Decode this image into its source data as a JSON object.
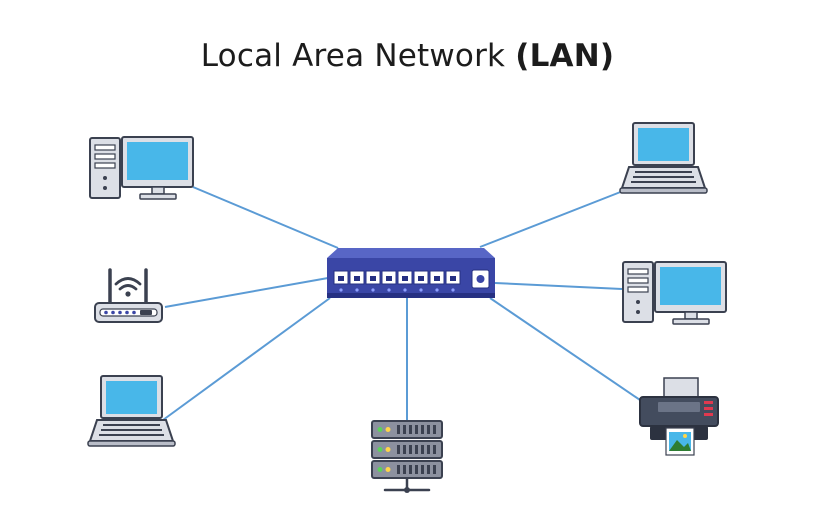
{
  "title": {
    "text": "Local Area Network ",
    "bold": "(LAN)"
  },
  "colors": {
    "link": "#5b9bd5",
    "switch_body": "#3a46a6",
    "switch_dark": "#263082",
    "screen": "#48b7e9",
    "device_gray": "#dcdfe6",
    "outline": "#3b4150",
    "printer_body": "#434c5e",
    "printer_accent": "#e0394f",
    "led_green": "#5bd25b"
  },
  "nodes": [
    {
      "id": "desktop-top-left",
      "icon": "desktop-computer-icon"
    },
    {
      "id": "router",
      "icon": "wifi-router-icon"
    },
    {
      "id": "laptop-bottom-left",
      "icon": "laptop-icon"
    },
    {
      "id": "server",
      "icon": "server-rack-icon"
    },
    {
      "id": "printer",
      "icon": "printer-icon"
    },
    {
      "id": "desktop-right",
      "icon": "desktop-computer-icon"
    },
    {
      "id": "laptop-top-right",
      "icon": "laptop-icon"
    }
  ],
  "hub": {
    "id": "network-switch",
    "icon": "network-switch-icon",
    "ports": 8
  }
}
